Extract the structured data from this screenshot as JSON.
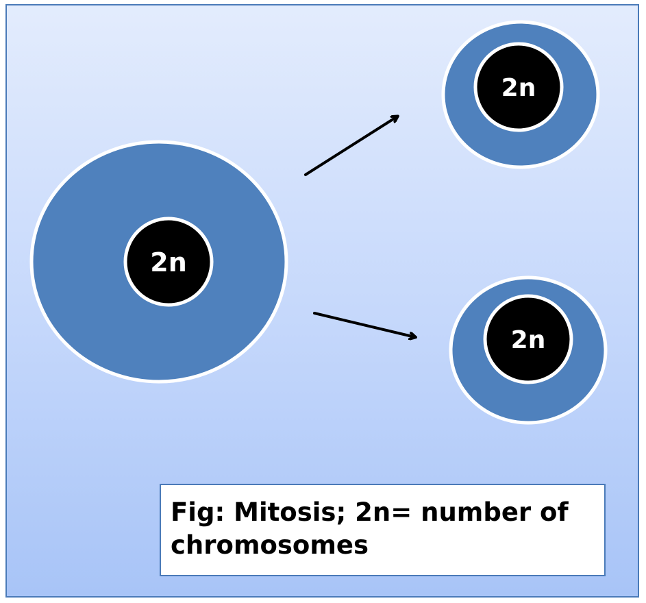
{
  "cells": {
    "parent": {
      "label": "2n"
    },
    "daughter_top": {
      "label": "2n"
    },
    "daughter_bottom": {
      "label": "2n"
    }
  },
  "caption": {
    "text": "Fig: Mitosis; 2n= number of chromosomes"
  },
  "colors": {
    "cytoplasm": "#4f81bd",
    "nucleus": "#000000",
    "outline": "#ffffff",
    "arrow": "#000000",
    "frame_border": "#4a7ab8"
  }
}
